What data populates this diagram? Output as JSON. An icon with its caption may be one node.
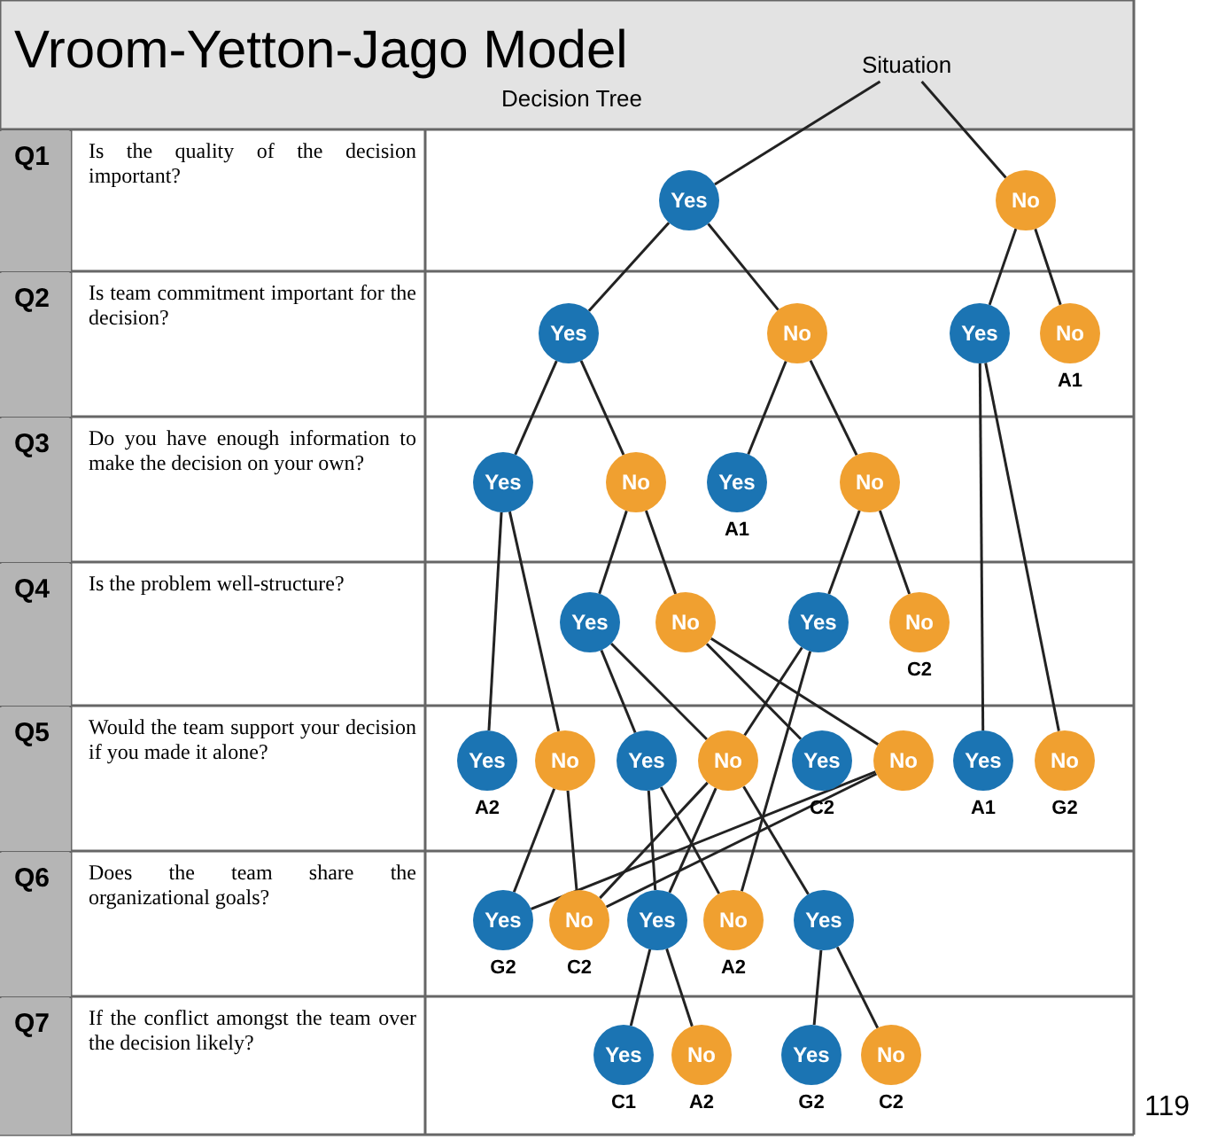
{
  "diagram": {
    "title": "Vroom-Yetton-Jago Model",
    "nodes": [
      {
        "text": [
          "Situation"
        ]
      },
      {
        "text": [
          "Yes"
        ]
      },
      {
        "text": [
          "No"
        ]
      },
      {
        "text": [
          "Yes"
        ]
      },
      {
        "text": [
          "No"
        ]
      },
      {
        "text": [
          "Yes"
        ]
      },
      {
        "text": [
          "No"
        ],
        "beside": [
          "A1"
        ]
      },
      {
        "text": [
          "Yes"
        ]
      },
      {
        "text": [
          "No"
        ]
      },
      {
        "text": [
          "Yes"
        ],
        "beside": [
          "A1"
        ]
      },
      {
        "text": [
          "No"
        ]
      },
      {
        "text": [
          "Yes"
        ]
      },
      {
        "text": [
          "No"
        ]
      },
      {
        "text": [
          "Yes"
        ]
      },
      {
        "text": [
          "No"
        ],
        "beside": [
          "C2"
        ]
      },
      {
        "text": [
          "Yes"
        ],
        "beside": [
          "A2"
        ]
      },
      {
        "text": [
          "No"
        ]
      },
      {
        "text": [
          "Yes"
        ]
      },
      {
        "text": [
          "No"
        ]
      },
      {
        "text": [
          "Yes"
        ],
        "beside": [
          "C2"
        ]
      },
      {
        "text": [
          "No"
        ]
      },
      {
        "text": [
          "Yes"
        ],
        "beside": [
          "A1"
        ]
      },
      {
        "text": [
          "No"
        ],
        "beside": [
          "G2"
        ]
      },
      {
        "text": [
          "Yes"
        ],
        "beside": [
          "G2"
        ]
      },
      {
        "text": [
          "No"
        ],
        "beside": [
          "C2"
        ]
      },
      {
        "text": [
          "Yes"
        ]
      },
      {
        "text": [
          "No"
        ],
        "beside": [
          "A2"
        ]
      },
      {
        "text": [
          "Yes"
        ]
      },
      {
        "text": [
          "Yes"
        ],
        "beside": [
          "C1"
        ]
      },
      {
        "text": [
          "No"
        ],
        "beside": [
          "A2"
        ]
      },
      {
        "text": [
          "Yes"
        ],
        "beside": [
          "G2"
        ]
      },
      {
        "text": [
          "No"
        ],
        "beside": [
          "C2"
        ]
      }
    ],
    "edges": [
      {
        "from": 0,
        "to": 1,
        "arrow": "none"
      },
      {
        "from": 0,
        "to": 2,
        "arrow": "none"
      },
      {
        "from": 1,
        "to": 3,
        "arrow": "none"
      },
      {
        "from": 1,
        "to": 4,
        "arrow": "none"
      },
      {
        "from": 2,
        "to": 5,
        "arrow": "none"
      },
      {
        "from": 2,
        "to": 6,
        "arrow": "none"
      },
      {
        "from": 3,
        "to": 7,
        "arrow": "none"
      },
      {
        "from": 3,
        "to": 8,
        "arrow": "none"
      },
      {
        "from": 4,
        "to": 9,
        "arrow": "none"
      },
      {
        "from": 4,
        "to": 10,
        "arrow": "none"
      },
      {
        "from": 5,
        "to": 21,
        "arrow": "none"
      },
      {
        "from": 5,
        "to": 22,
        "arrow": "none"
      },
      {
        "from": 7,
        "to": 15,
        "arrow": "none"
      },
      {
        "from": 7,
        "to": 16,
        "arrow": "none"
      },
      {
        "from": 8,
        "to": 11,
        "arrow": "none"
      },
      {
        "from": 8,
        "to": 12,
        "arrow": "none"
      },
      {
        "from": 10,
        "to": 13,
        "arrow": "none"
      },
      {
        "from": 10,
        "to": 14,
        "arrow": "none"
      },
      {
        "from": 11,
        "to": 17,
        "arrow": "none"
      },
      {
        "from": 11,
        "to": 18,
        "arrow": "none"
      },
      {
        "from": 12,
        "to": 19,
        "arrow": "none"
      },
      {
        "from": 12,
        "to": 20,
        "arrow": "none"
      },
      {
        "from": 13,
        "to": 18,
        "arrow": "none"
      },
      {
        "from": 13,
        "to": 26,
        "arrow": "none"
      },
      {
        "from": 16,
        "to": 23,
        "arrow": "none"
      },
      {
        "from": 16,
        "to": 24,
        "arrow": "none"
      },
      {
        "from": 17,
        "to": 25,
        "arrow": "none"
      },
      {
        "from": 17,
        "to": 26,
        "arrow": "none"
      },
      {
        "from": 18,
        "to": 24,
        "arrow": "none"
      },
      {
        "from": 18,
        "to": 25,
        "arrow": "none"
      },
      {
        "from": 18,
        "to": 27,
        "arrow": "none"
      },
      {
        "from": 20,
        "to": 23,
        "arrow": "none"
      },
      {
        "from": 20,
        "to": 24,
        "arrow": "none"
      },
      {
        "from": 25,
        "to": 28,
        "arrow": "none"
      },
      {
        "from": 25,
        "to": 29,
        "arrow": "none"
      },
      {
        "from": 27,
        "to": 30,
        "arrow": "none"
      },
      {
        "from": 27,
        "to": 31,
        "arrow": "none"
      }
    ],
    "labels": [
      "Decision Tree",
      "Q1",
      "Is the quality of the decision important?",
      "Q2",
      "Is team commitment important for the decision?",
      "Q3",
      "Do you have enough information to make the decision on your own?",
      "Q4",
      "Is the problem well-structure?",
      "Q5",
      "Would the team support your decision if you made it alone?",
      "Q6",
      "Does the team share the organizational goals?",
      "Q7",
      "If the conflict amongst the team over the decision likely?",
      "119"
    ]
  }
}
